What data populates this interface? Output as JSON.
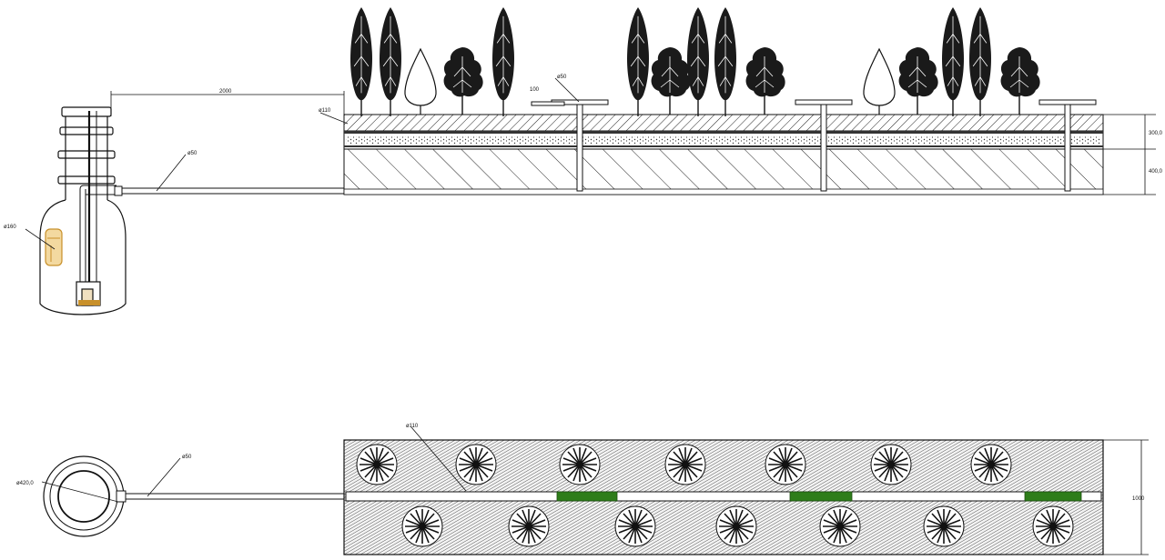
{
  "section_view": {
    "dimensions": {
      "length_to_bed": "2000",
      "upper_layer": "300,0",
      "lower_layer": "400,0",
      "riser_height": "100"
    },
    "labels": {
      "inflow_pipe": "ø110",
      "pressure_pipe": "ø50",
      "riser_pipe": "ø50",
      "tank_inlet": "ø160"
    }
  },
  "plan_view": {
    "dimensions": {
      "bed_width": "1000"
    },
    "labels": {
      "distribution_pipe": "ø110",
      "pressure_pipe": "ø50",
      "tank_diameter": "ø420,0"
    }
  },
  "colors": {
    "line": "#111111",
    "hatch_fill": "#555555",
    "pipe_highlight": "#2e7d1a",
    "tank_inlet_accent": "#c8902a"
  },
  "icons": {
    "poplar_tree": "poplar-tree-icon",
    "deciduous_tree": "deciduous-tree-icon",
    "conifer_tree": "conifer-tree-icon",
    "plant_top_view": "plant-top-view-icon"
  }
}
